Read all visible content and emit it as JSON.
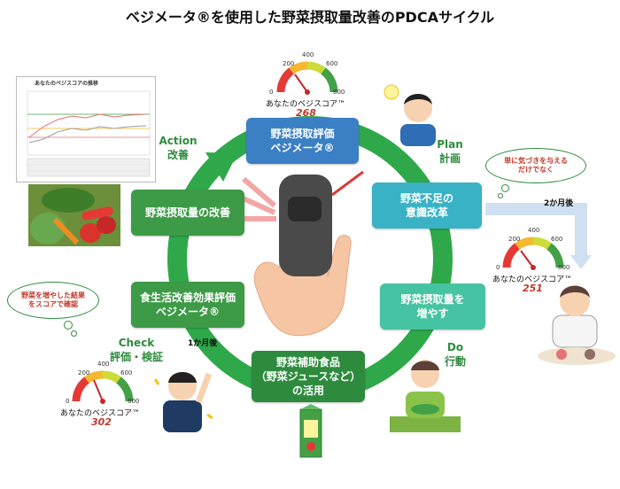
{
  "title": "ベジメータ®を使用した野菜摂取量改善のPDCAサイクル",
  "boxes": {
    "top": [
      "野菜摂取評価",
      "ベジメータ®"
    ],
    "right_upper": [
      "野菜不足の",
      "意識改革"
    ],
    "right_lower": [
      "野菜摂取量を",
      "増やす"
    ],
    "bottom": [
      "野菜補助食品",
      "（野菜ジュースなど）",
      "の活用"
    ],
    "left_lower": [
      "食生活改善効果評価",
      "ベジメータ®"
    ],
    "left_upper": [
      "野菜摂取量の改善"
    ]
  },
  "phases": {
    "plan": [
      "Plan",
      "計画"
    ],
    "do": [
      "Do",
      "行動"
    ],
    "check": [
      "Check",
      "評価・検証"
    ],
    "action": [
      "Action",
      "改善"
    ]
  },
  "gauges": {
    "caption": "あなたのベジスコア™",
    "ticks": [
      "0",
      "200",
      "400",
      "600",
      "800"
    ],
    "top_score": "268",
    "right_score": "251",
    "left_score": "302"
  },
  "intervals": {
    "two_months": "2か月後",
    "one_month": "1か月後"
  },
  "bubbles": {
    "right": [
      "単に気づきを与える",
      "だけでなく"
    ],
    "left": [
      "野菜を増やした結果",
      "をスコアで確認"
    ]
  },
  "chart_title": "あなたのベジスコアの推移",
  "colors": {
    "cycle_green": "#2fa84a",
    "box_blue": "#3b7fc4",
    "box_teal": "#39b2c6",
    "box_green": "#3d9a47",
    "score_red": "#c0392b"
  }
}
